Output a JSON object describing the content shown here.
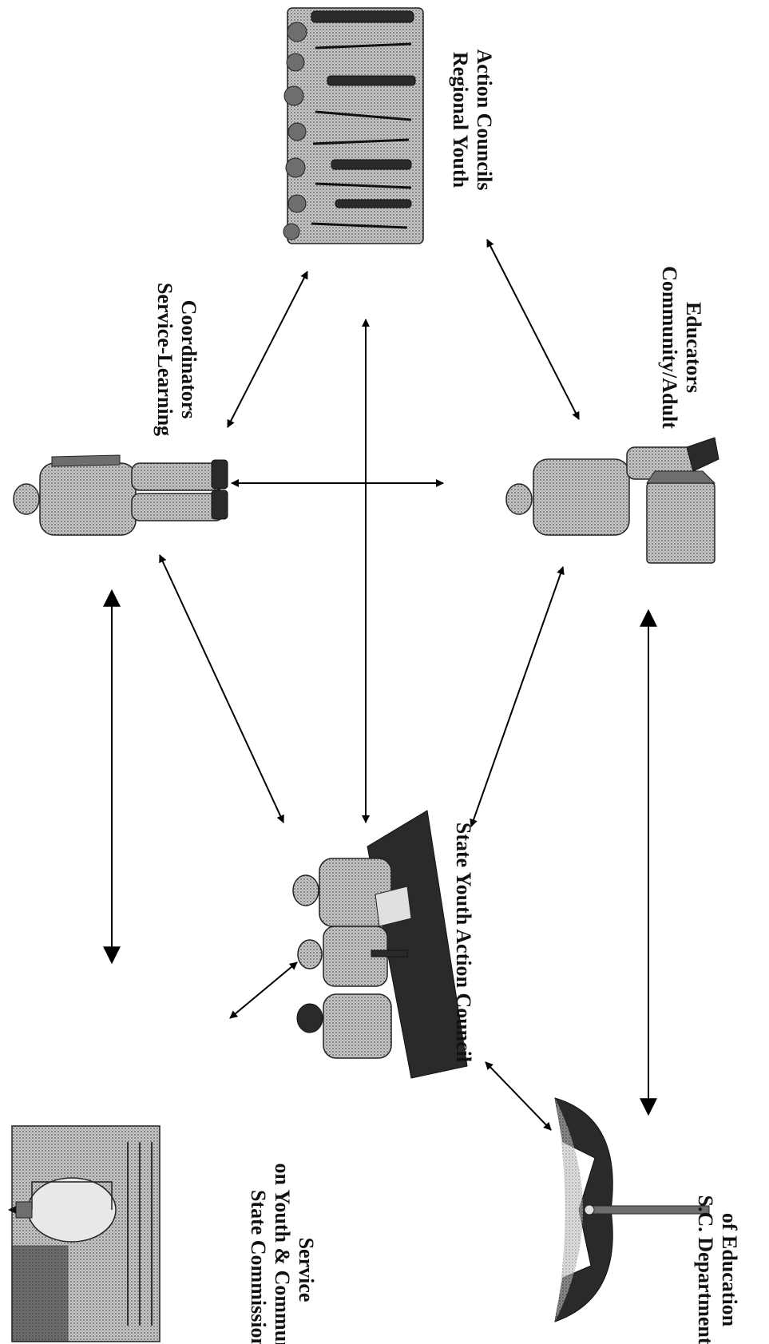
{
  "nodes": {
    "regional": {
      "icon": "youth-group-icon",
      "lines": [
        "Regional Youth",
        "Action Councils"
      ]
    },
    "coordinators": {
      "icon": "standing-person-icon",
      "lines": [
        "Service-Learning",
        "Coordinators"
      ]
    },
    "educators": {
      "icon": "seated-person-icon",
      "lines": [
        "Community/Adult",
        "Educators"
      ]
    },
    "state_council": {
      "icon": "meeting-table-icon",
      "lines": [
        "State Youth Action Council"
      ]
    },
    "commission": {
      "icon": "capitol-building-icon",
      "lines": [
        "State Commission",
        "on Youth & Community",
        "Service"
      ]
    },
    "department": {
      "icon": "umbrella-icon",
      "lines": [
        "S.C. Department",
        "of Education"
      ]
    }
  },
  "links": [
    [
      "coordinators",
      "regional"
    ],
    [
      "regional",
      "educators"
    ],
    [
      "coordinators",
      "educators"
    ],
    [
      "regional",
      "state_council"
    ],
    [
      "coordinators",
      "state_council"
    ],
    [
      "educators",
      "state_council"
    ],
    [
      "coordinators",
      "commission"
    ],
    [
      "commission",
      "state_council"
    ],
    [
      "state_council",
      "department"
    ],
    [
      "educators",
      "department"
    ]
  ]
}
